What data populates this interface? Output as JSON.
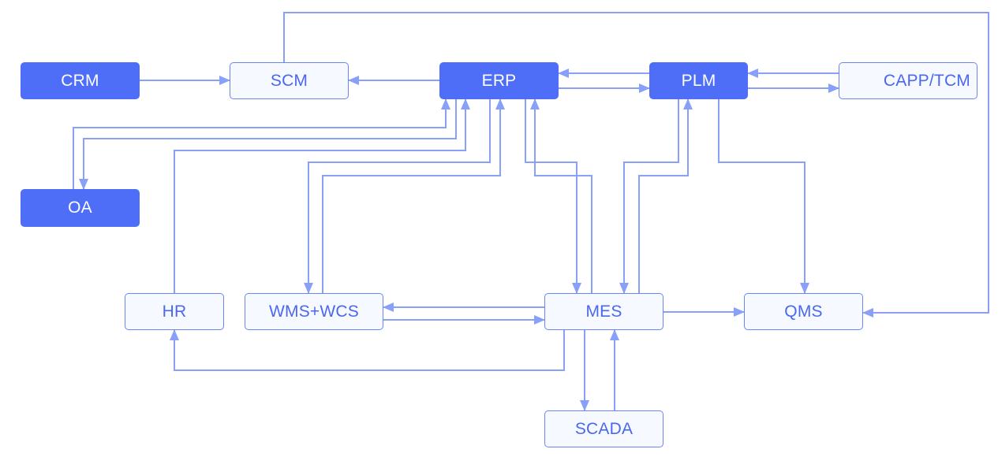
{
  "diagram": {
    "title": "System integration architecture",
    "colors": {
      "primary_fill": "#4f6ef7",
      "secondary_fill": "#f6f9ff",
      "secondary_text": "#4a68ee",
      "connector": "#88a0f8"
    },
    "nodes": [
      {
        "id": "crm",
        "label": "CRM",
        "style": "primary"
      },
      {
        "id": "scm",
        "label": "SCM",
        "style": "secondary"
      },
      {
        "id": "erp",
        "label": "ERP",
        "style": "primary"
      },
      {
        "id": "plm",
        "label": "PLM",
        "style": "primary"
      },
      {
        "id": "capp",
        "label": "CAPP/TCM",
        "style": "secondary"
      },
      {
        "id": "oa",
        "label": "OA",
        "style": "primary"
      },
      {
        "id": "hr",
        "label": "HR",
        "style": "secondary"
      },
      {
        "id": "wms",
        "label": "WMS+WCS",
        "style": "secondary"
      },
      {
        "id": "mes",
        "label": "MES",
        "style": "secondary"
      },
      {
        "id": "qms",
        "label": "QMS",
        "style": "secondary"
      },
      {
        "id": "scada",
        "label": "SCADA",
        "style": "secondary"
      }
    ],
    "edges": [
      {
        "from": "crm",
        "to": "scm"
      },
      {
        "from": "erp",
        "to": "scm"
      },
      {
        "from": "plm",
        "to": "erp"
      },
      {
        "from": "erp",
        "to": "plm"
      },
      {
        "from": "capp",
        "to": "plm"
      },
      {
        "from": "plm",
        "to": "capp"
      },
      {
        "from": "oa",
        "to": "erp"
      },
      {
        "from": "erp",
        "to": "oa"
      },
      {
        "from": "hr",
        "to": "erp"
      },
      {
        "from": "erp",
        "to": "wms"
      },
      {
        "from": "wms",
        "to": "erp"
      },
      {
        "from": "erp",
        "to": "mes"
      },
      {
        "from": "mes",
        "to": "erp"
      },
      {
        "from": "plm",
        "to": "mes"
      },
      {
        "from": "mes",
        "to": "plm"
      },
      {
        "from": "plm",
        "to": "qms"
      },
      {
        "from": "scm",
        "to": "qms"
      },
      {
        "from": "mes",
        "to": "wms"
      },
      {
        "from": "wms",
        "to": "mes"
      },
      {
        "from": "mes",
        "to": "qms"
      },
      {
        "from": "mes",
        "to": "hr"
      },
      {
        "from": "mes",
        "to": "scada"
      },
      {
        "from": "scada",
        "to": "mes"
      }
    ]
  }
}
